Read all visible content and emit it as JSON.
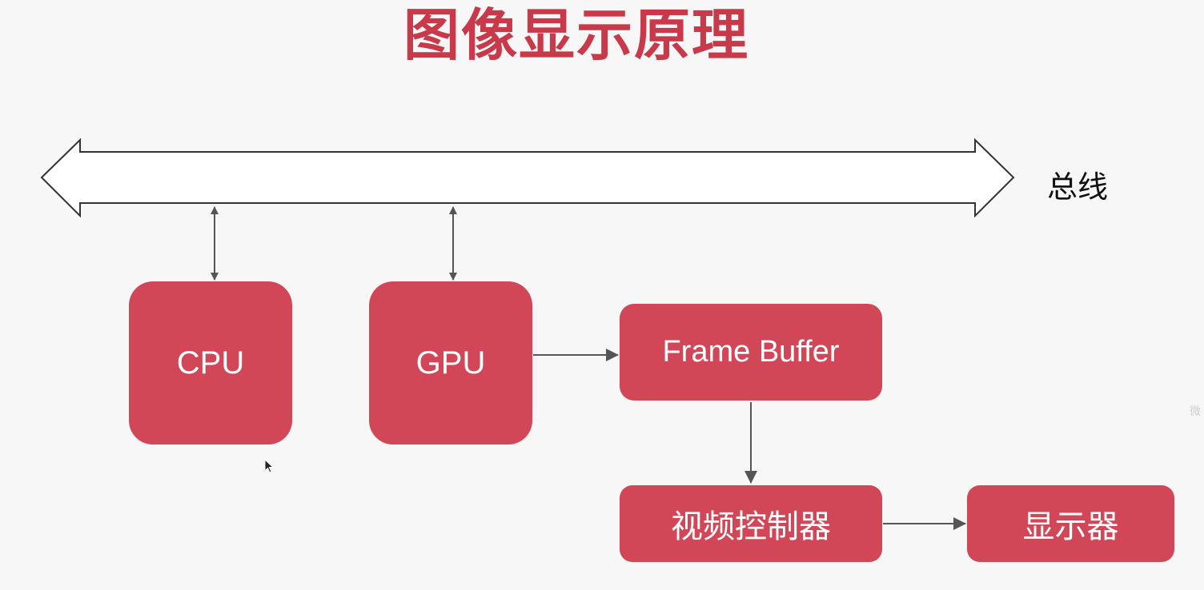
{
  "title": "图像显示原理",
  "bus_label": "总线",
  "boxes": {
    "cpu": "CPU",
    "gpu": "GPU",
    "frame_buffer": "Frame Buffer",
    "video_controller": "视频控制器",
    "display": "显示器"
  },
  "watermark": "微",
  "colors": {
    "accent": "#c8394a",
    "box_fill": "#d14757",
    "arrow": "#555555",
    "bus_outline": "#333333"
  }
}
